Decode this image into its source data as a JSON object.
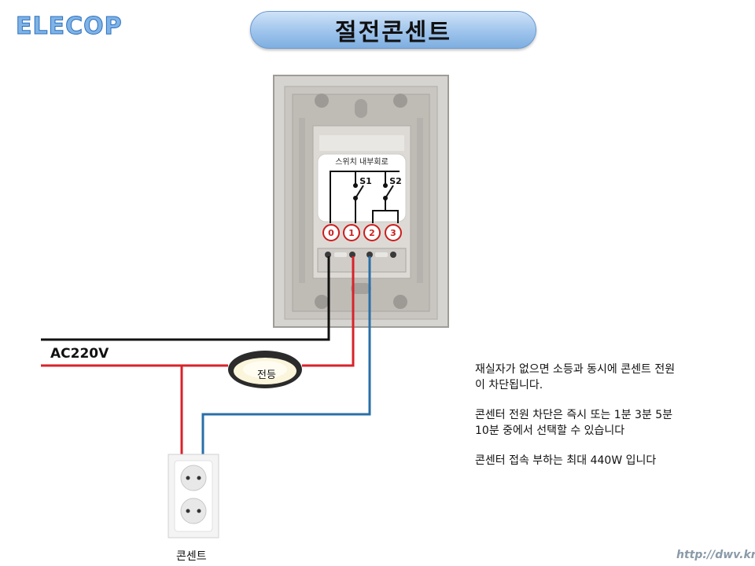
{
  "logo": "ELECOP",
  "title": "절전콘센트",
  "switch": {
    "circuit_label": "스위치 내부회로",
    "s1": "S1",
    "s2": "S2",
    "terminals": [
      "0",
      "1",
      "2",
      "3"
    ]
  },
  "ac_label": "AC220V",
  "lamp_label": "전등",
  "outlet_label": "콘센트",
  "descriptions": [
    "재실자가 없으면 소등과 동시에 콘센트 전원\n이 차단됩니다.",
    "콘센터 전원 차단은 즉시 또는 1분 3분 5분\n10분 중에서 선택할 수 있습니다",
    "콘센터 접속 부하는 최대 440W 입니다"
  ],
  "url": "http://dwv.kr",
  "colors": {
    "wire_black": "#111111",
    "wire_red": "#d8232a",
    "wire_blue": "#2a6fa8",
    "terminal_red": "#cc1e1e",
    "plate": "#c9c6c1"
  }
}
